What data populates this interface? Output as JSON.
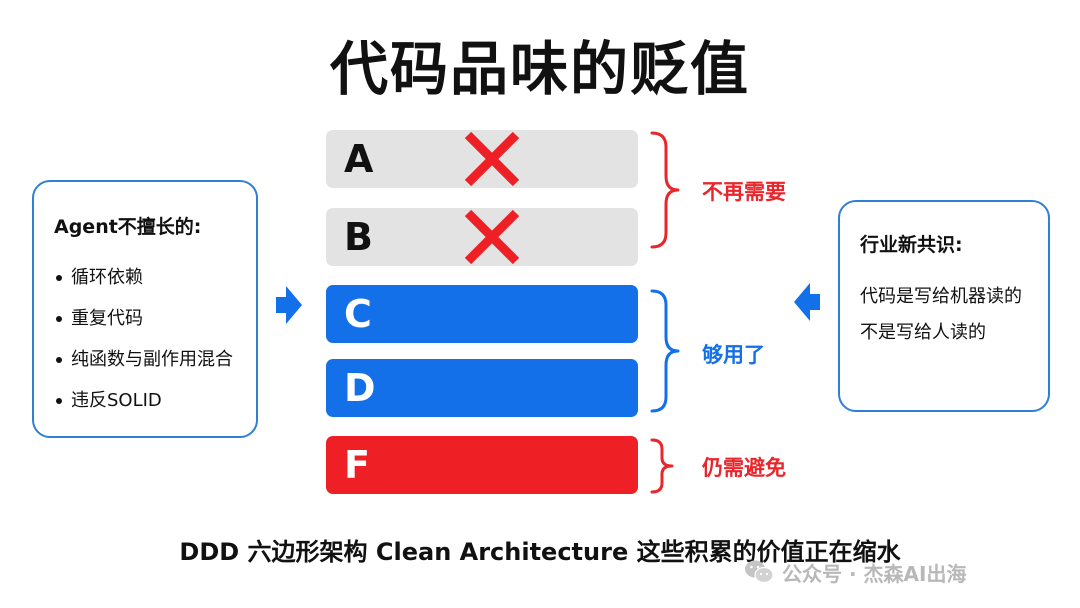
{
  "title": "代码品味的贬值",
  "left_panel": {
    "title": "Agent不擅长的:",
    "items": [
      "循环依赖",
      "重复代码",
      "纯函数与副作用混合",
      "违反SOLID"
    ]
  },
  "right_panel": {
    "title": "行业新共识:",
    "lines": [
      "代码是写给机器读的",
      "不是写给人读的"
    ]
  },
  "bars": [
    {
      "letter": "A",
      "status": "crossed",
      "color": "#e3e3e3"
    },
    {
      "letter": "B",
      "status": "crossed",
      "color": "#e3e3e3"
    },
    {
      "letter": "C",
      "status": "enough",
      "color": "#1470e8"
    },
    {
      "letter": "D",
      "status": "enough",
      "color": "#1470e8"
    },
    {
      "letter": "F",
      "status": "avoid",
      "color": "#ee2026"
    }
  ],
  "groups": {
    "no_longer_needed": "不再需要",
    "good_enough": "够用了",
    "still_avoid": "仍需避免"
  },
  "footer": "DDD 六边形架构 Clean Architecture 这些积累的价值正在缩水",
  "watermark": {
    "text": "公众号 · 杰森AI出海",
    "icon": "wechat-icon"
  },
  "colors": {
    "accent_blue": "#1470e8",
    "accent_red": "#e8262b",
    "panel_border": "#2f7fd6",
    "gray_bar": "#e3e3e3"
  }
}
